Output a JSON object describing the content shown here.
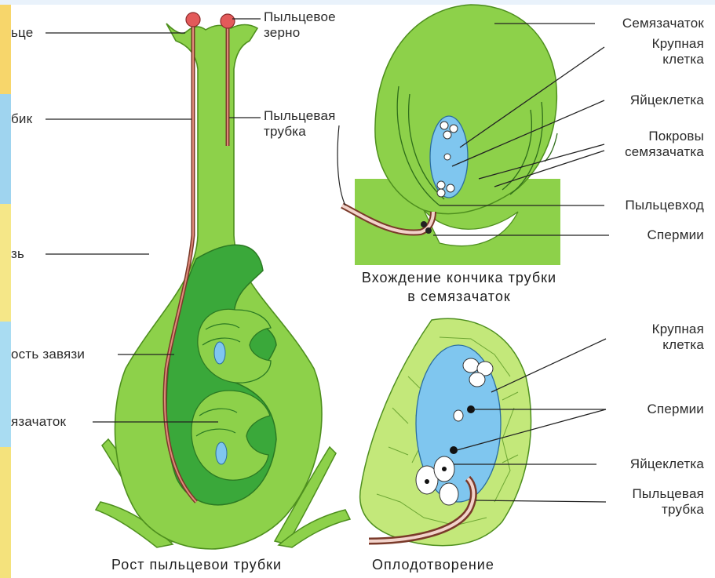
{
  "colors": {
    "plant_green": "#8dd14a",
    "dark_green": "#3aa83a",
    "pale_green": "#c3e87a",
    "blue_cell": "#7fc6ef",
    "pollen_red": "#e35a5a",
    "line": "#222222"
  },
  "left_figure": {
    "caption": "Рост пыльцевои трубки",
    "labels": {
      "stigma_partial": "ьце",
      "style_partial": "бик",
      "ovary_partial": "зь",
      "ovary_cavity_partial": "ость завязи",
      "ovule_partial": "язачаток",
      "pollen_grain": "Пыльцевое\nзерно",
      "pollen_tube": "Пыльцевая\nтрубка"
    }
  },
  "top_right_figure": {
    "caption": "Вхождение кончика трубки\nв семязачаток",
    "labels": {
      "ovule": "Семязачаток",
      "large_cell": "Крупная\nклетка",
      "egg_cell": "Яйцеклетка",
      "integuments": "Покровы\nсемязачатка",
      "micropyle": "Пыльцевход",
      "sperm": "Спермии"
    }
  },
  "bottom_right_figure": {
    "caption": "Оплодотворение",
    "labels": {
      "large_cell": "Крупная\nклетка",
      "sperm": "Спермии",
      "egg_cell": "Яйцеклетка",
      "pollen_tube": "Пыльцевая\nтрубка"
    }
  }
}
